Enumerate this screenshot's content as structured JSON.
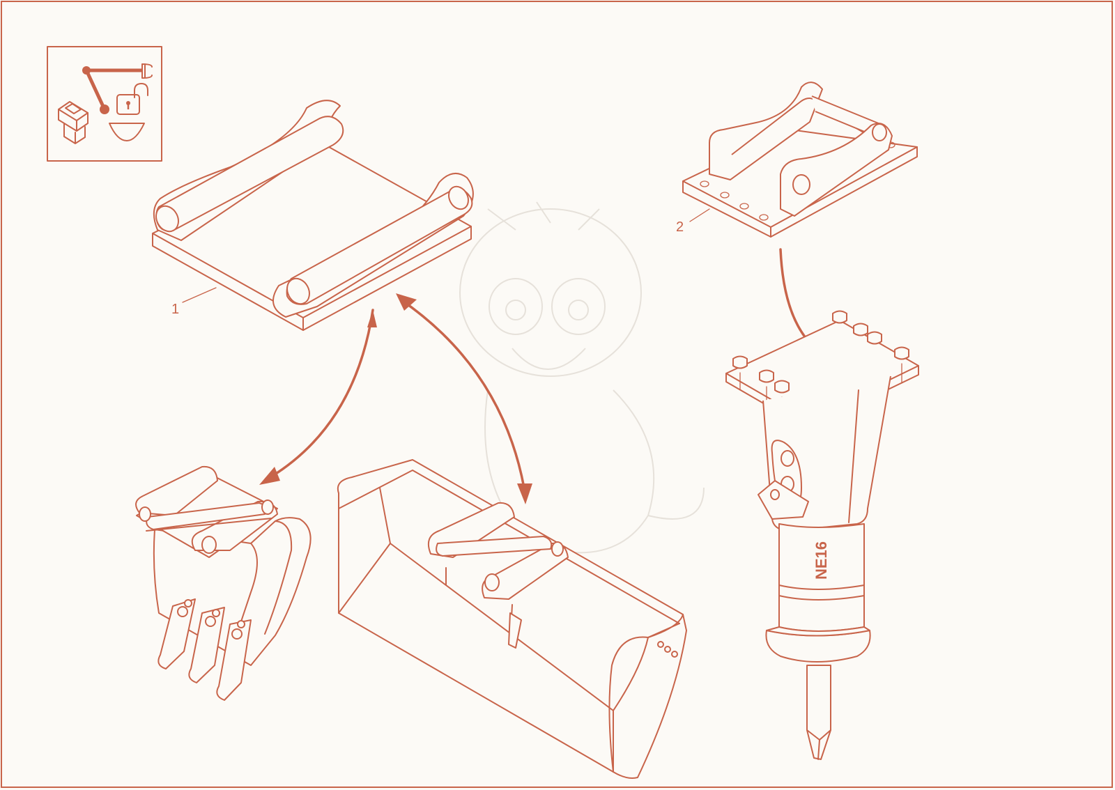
{
  "callouts": {
    "part_1": "1",
    "part_2": "2"
  },
  "hammer": {
    "model": "NE16"
  },
  "colors": {
    "line": "#c8644a",
    "background": "#fcfaf6",
    "watermark": "#e6e1da"
  },
  "icons": {
    "hydraulic_lock": "hydraulic-quick-coupler-lock-icon"
  }
}
